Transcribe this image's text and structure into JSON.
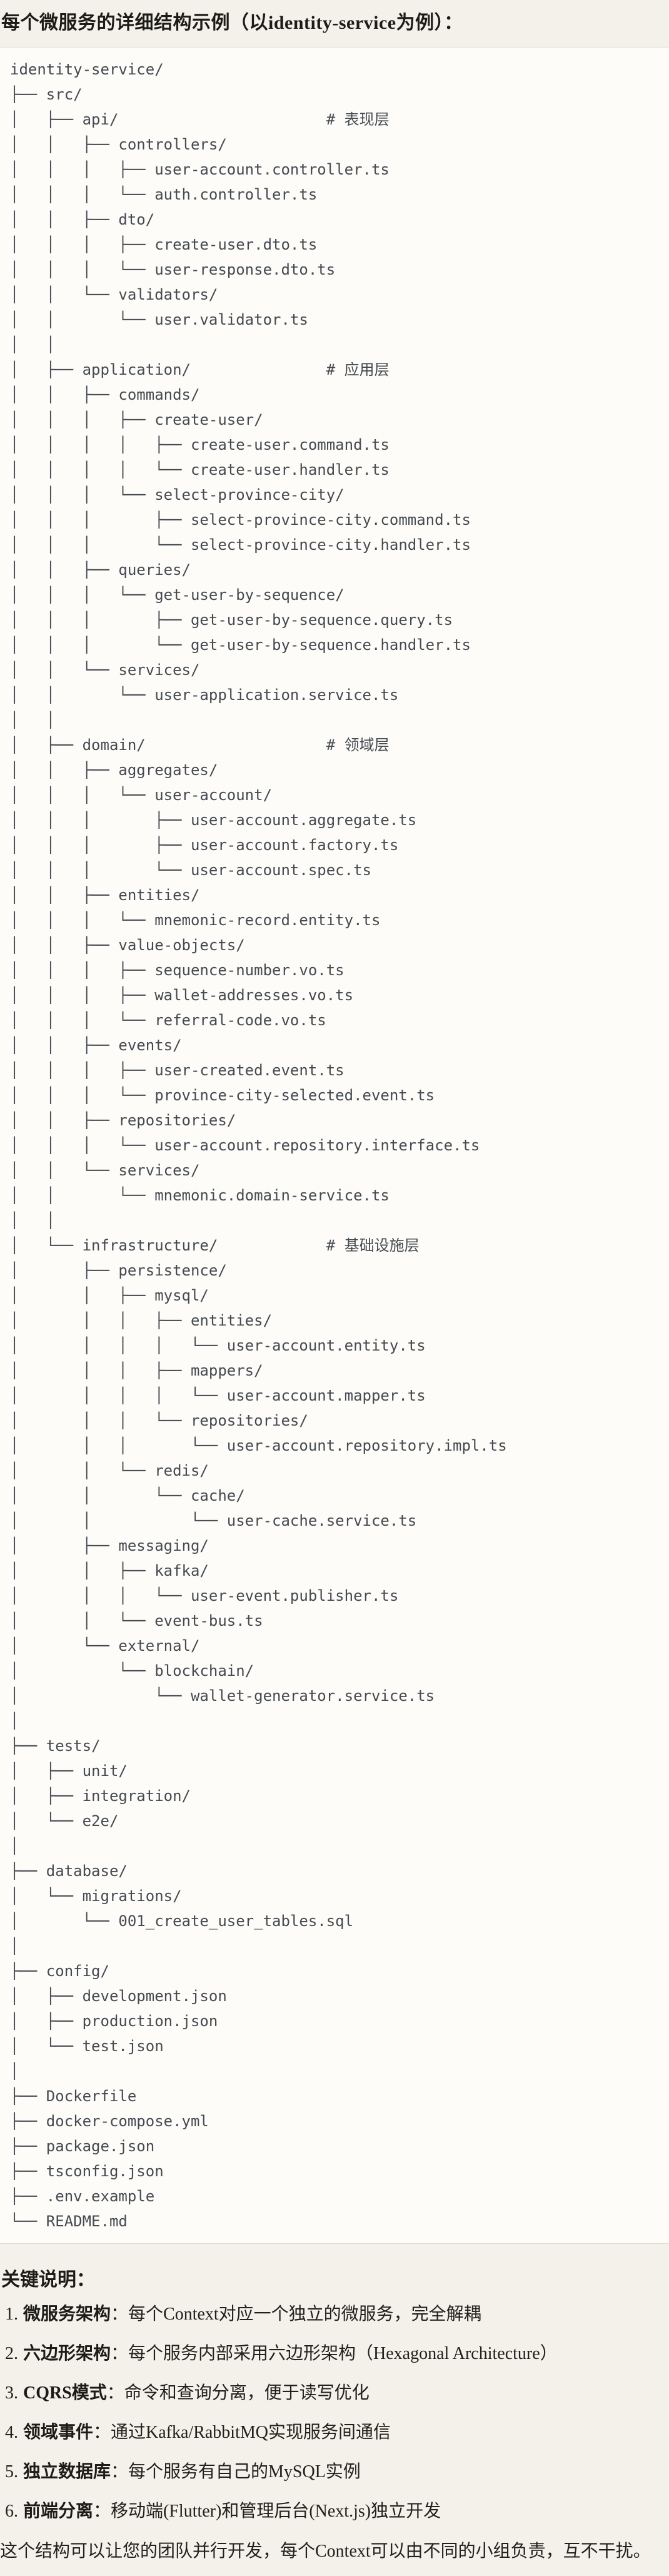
{
  "header": {
    "title": "每个微服务的详细结构示例（以identity-service为例）："
  },
  "code_block": {
    "language": "plaintext",
    "tree_lines": [
      "identity-service/",
      "├── src/",
      "│   ├── api/                       # 表现层",
      "│   │   ├── controllers/",
      "│   │   │   ├── user-account.controller.ts",
      "│   │   │   └── auth.controller.ts",
      "│   │   ├── dto/",
      "│   │   │   ├── create-user.dto.ts",
      "│   │   │   └── user-response.dto.ts",
      "│   │   └── validators/",
      "│   │       └── user.validator.ts",
      "│   │",
      "│   ├── application/               # 应用层",
      "│   │   ├── commands/",
      "│   │   │   ├── create-user/",
      "│   │   │   │   ├── create-user.command.ts",
      "│   │   │   │   └── create-user.handler.ts",
      "│   │   │   └── select-province-city/",
      "│   │   │       ├── select-province-city.command.ts",
      "│   │   │       └── select-province-city.handler.ts",
      "│   │   ├── queries/",
      "│   │   │   └── get-user-by-sequence/",
      "│   │   │       ├── get-user-by-sequence.query.ts",
      "│   │   │       └── get-user-by-sequence.handler.ts",
      "│   │   └── services/",
      "│   │       └── user-application.service.ts",
      "│   │",
      "│   ├── domain/                    # 领域层",
      "│   │   ├── aggregates/",
      "│   │   │   └── user-account/",
      "│   │   │       ├── user-account.aggregate.ts",
      "│   │   │       ├── user-account.factory.ts",
      "│   │   │       └── user-account.spec.ts",
      "│   │   ├── entities/",
      "│   │   │   └── mnemonic-record.entity.ts",
      "│   │   ├── value-objects/",
      "│   │   │   ├── sequence-number.vo.ts",
      "│   │   │   ├── wallet-addresses.vo.ts",
      "│   │   │   └── referral-code.vo.ts",
      "│   │   ├── events/",
      "│   │   │   ├── user-created.event.ts",
      "│   │   │   └── province-city-selected.event.ts",
      "│   │   ├── repositories/",
      "│   │   │   └── user-account.repository.interface.ts",
      "│   │   └── services/",
      "│   │       └── mnemonic.domain-service.ts",
      "│   │",
      "│   └── infrastructure/            # 基础设施层",
      "│       ├── persistence/",
      "│       │   ├── mysql/",
      "│       │   │   ├── entities/",
      "│       │   │   │   └── user-account.entity.ts",
      "│       │   │   ├── mappers/",
      "│       │   │   │   └── user-account.mapper.ts",
      "│       │   │   └── repositories/",
      "│       │   │       └── user-account.repository.impl.ts",
      "│       │   └── redis/",
      "│       │       └── cache/",
      "│       │           └── user-cache.service.ts",
      "│       ├── messaging/",
      "│       │   ├── kafka/",
      "│       │   │   └── user-event.publisher.ts",
      "│       │   └── event-bus.ts",
      "│       └── external/",
      "│           └── blockchain/",
      "│               └── wallet-generator.service.ts",
      "│",
      "├── tests/",
      "│   ├── unit/",
      "│   ├── integration/",
      "│   └── e2e/",
      "│",
      "├── database/",
      "│   └── migrations/",
      "│       └── 001_create_user_tables.sql",
      "│",
      "├── config/",
      "│   ├── development.json",
      "│   ├── production.json",
      "│   └── test.json",
      "│",
      "├── Dockerfile",
      "├── docker-compose.yml",
      "├── package.json",
      "├── tsconfig.json",
      "├── .env.example",
      "└── README.md"
    ]
  },
  "notes": {
    "heading": "关键说明：",
    "items": [
      {
        "number": "1.",
        "term": "微服务架构",
        "separator": "：",
        "description": "每个Context对应一个独立的微服务，完全解耦"
      },
      {
        "number": "2.",
        "term": "六边形架构",
        "separator": "：",
        "description": "每个服务内部采用六边形架构（Hexagonal Architecture）"
      },
      {
        "number": "3.",
        "term": "CQRS模式",
        "separator": "：",
        "description": "命令和查询分离，便于读写优化"
      },
      {
        "number": "4.",
        "term": "领域事件",
        "separator": "：",
        "description": "通过Kafka/RabbitMQ实现服务间通信"
      },
      {
        "number": "5.",
        "term": "独立数据库",
        "separator": "：",
        "description": "每个服务有自己的MySQL实例"
      },
      {
        "number": "6.",
        "term": "前端分离",
        "separator": "：",
        "description": "移动端(Flutter)和管理后台(Next.js)独立开发"
      }
    ],
    "closing": "这个结构可以让您的团队并行开发，每个Context可以由不同的小组负责，互不干扰。"
  }
}
